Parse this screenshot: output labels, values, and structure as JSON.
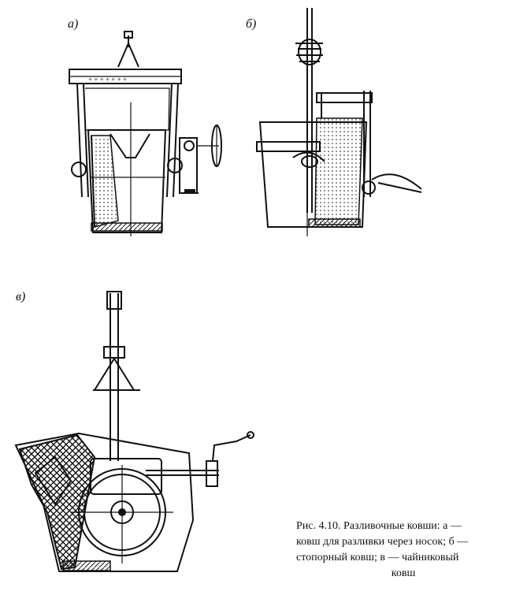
{
  "labels": {
    "a": "а)",
    "b": "б)",
    "c": "в)"
  },
  "caption": {
    "line1": "Рис. 4.10. Разливочные ковши: а —",
    "line2": "ковш для разливки через носок; б —",
    "line3": "стопорный ковш; в — чайниковый",
    "line4": "ковш"
  }
}
